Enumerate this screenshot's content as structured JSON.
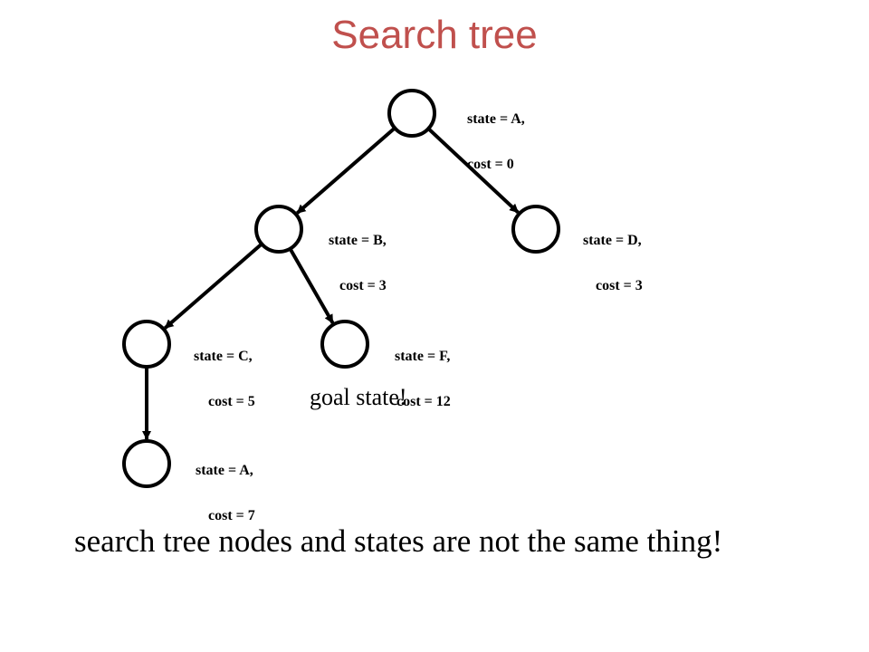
{
  "title": "Search tree",
  "nodes": [
    {
      "id": "n1",
      "state_text": "state = A,",
      "cost_text": "cost = 0"
    },
    {
      "id": "n2",
      "state_text": "state = B,",
      "cost_text": "cost = 3"
    },
    {
      "id": "n3",
      "state_text": "state = D,",
      "cost_text": "cost = 3"
    },
    {
      "id": "n4",
      "state_text": "state = C,",
      "cost_text": "cost = 5"
    },
    {
      "id": "n5",
      "state_text": "state = F,",
      "cost_text": "cost = 12"
    },
    {
      "id": "n6",
      "state_text": "state = A,",
      "cost_text": "cost = 7"
    }
  ],
  "edges": [
    {
      "from": "n1",
      "to": "n2"
    },
    {
      "from": "n1",
      "to": "n3"
    },
    {
      "from": "n2",
      "to": "n4"
    },
    {
      "from": "n2",
      "to": "n5"
    },
    {
      "from": "n4",
      "to": "n6"
    }
  ],
  "goal_note": "goal state!",
  "caption": "search tree nodes and states are not the same thing!"
}
